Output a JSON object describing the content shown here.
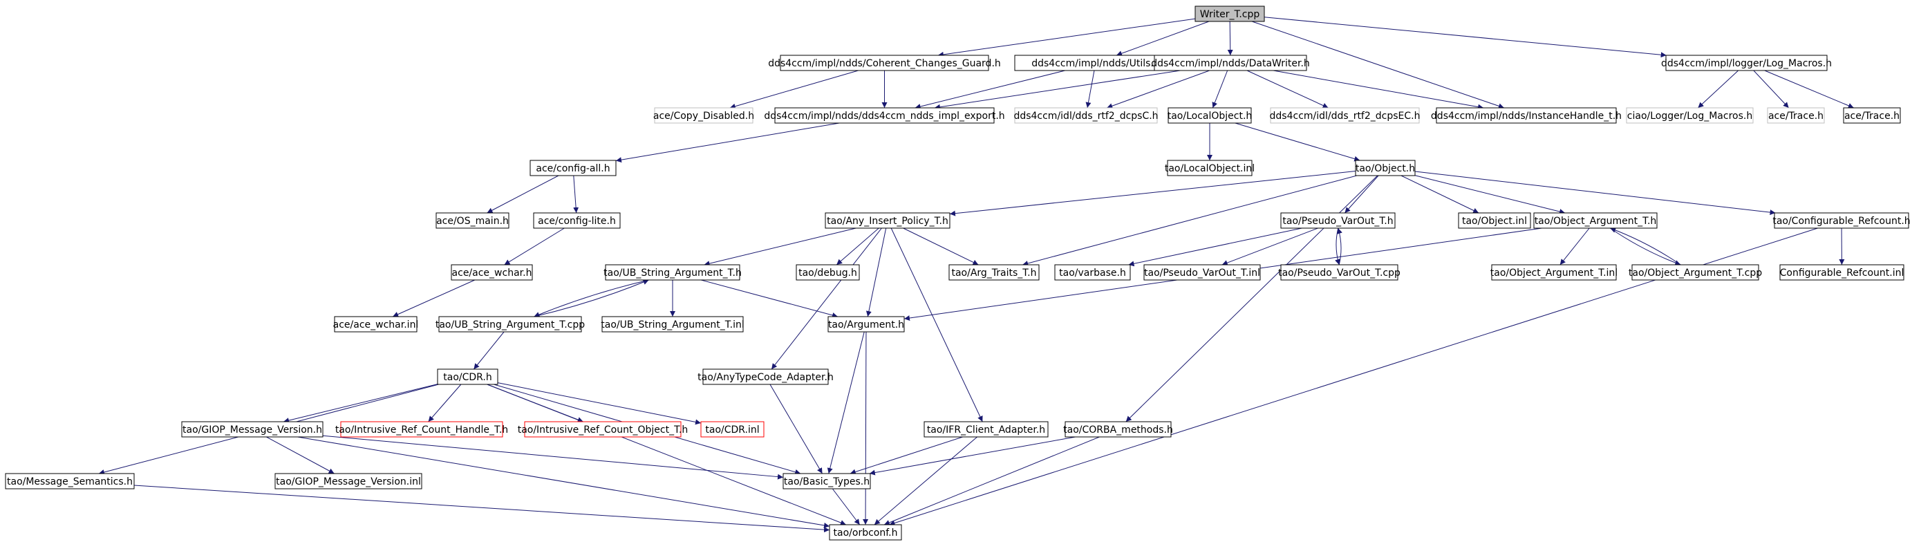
{
  "nodes": [
    {
      "id": "writer_t_cpp",
      "label": "Writer_T.cpp",
      "kind": "root"
    },
    {
      "id": "coherent_guard",
      "label": "dds4ccm/impl/ndds/Coherent_Changes_Guard.h",
      "kind": "normal"
    },
    {
      "id": "utils",
      "label": "dds4ccm/impl/ndds/Utils.h",
      "kind": "normal"
    },
    {
      "id": "datawriter",
      "label": "dds4ccm/impl/ndds/DataWriter.h",
      "kind": "normal"
    },
    {
      "id": "log_macros",
      "label": "dds4ccm/impl/logger/Log_Macros.h",
      "kind": "normal"
    },
    {
      "id": "copy_disabled",
      "label": "ace/Copy_Disabled.h",
      "kind": "ghost"
    },
    {
      "id": "impl_export",
      "label": "dds4ccm/impl/ndds/dds4ccm_ndds_impl_export.h",
      "kind": "normal"
    },
    {
      "id": "dds_rtf2_dcpsc",
      "label": "dds4ccm/idl/dds_rtf2_dcpsC.h",
      "kind": "ghost"
    },
    {
      "id": "localobject_h",
      "label": "tao/LocalObject.h",
      "kind": "normal"
    },
    {
      "id": "dds_rtf2_dcpsec",
      "label": "dds4ccm/idl/dds_rtf2_dcpsEC.h",
      "kind": "ghost"
    },
    {
      "id": "instancehandle",
      "label": "dds4ccm/impl/ndds/InstanceHandle_t.h",
      "kind": "normal"
    },
    {
      "id": "ciao_log_macros",
      "label": "ciao/Logger/Log_Macros.h",
      "kind": "ghost"
    },
    {
      "id": "ace_trace_ghost",
      "label": "ace/Trace.h",
      "kind": "ghost"
    },
    {
      "id": "ace_trace",
      "label": "ace/Trace.h",
      "kind": "normal"
    },
    {
      "id": "config_all",
      "label": "ace/config-all.h",
      "kind": "normal"
    },
    {
      "id": "localobject_inl",
      "label": "tao/LocalObject.inl",
      "kind": "normal"
    },
    {
      "id": "object_h",
      "label": "tao/Object.h",
      "kind": "normal"
    },
    {
      "id": "os_main",
      "label": "ace/OS_main.h",
      "kind": "normal"
    },
    {
      "id": "config_lite",
      "label": "ace/config-lite.h",
      "kind": "normal"
    },
    {
      "id": "any_insert",
      "label": "tao/Any_Insert_Policy_T.h",
      "kind": "normal"
    },
    {
      "id": "pseudo_varout_h",
      "label": "tao/Pseudo_VarOut_T.h",
      "kind": "normal"
    },
    {
      "id": "object_inl",
      "label": "tao/Object.inl",
      "kind": "normal"
    },
    {
      "id": "object_arg_h",
      "label": "tao/Object_Argument_T.h",
      "kind": "normal"
    },
    {
      "id": "config_refcount_h",
      "label": "tao/Configurable_Refcount.h",
      "kind": "normal"
    },
    {
      "id": "ace_wchar_h",
      "label": "ace/ace_wchar.h",
      "kind": "normal"
    },
    {
      "id": "ub_string_h",
      "label": "tao/UB_String_Argument_T.h",
      "kind": "normal"
    },
    {
      "id": "debug_h",
      "label": "tao/debug.h",
      "kind": "normal"
    },
    {
      "id": "arg_traits",
      "label": "tao/Arg_Traits_T.h",
      "kind": "normal"
    },
    {
      "id": "varbase",
      "label": "tao/varbase.h",
      "kind": "normal"
    },
    {
      "id": "pseudo_varout_inl",
      "label": "tao/Pseudo_VarOut_T.inl",
      "kind": "normal"
    },
    {
      "id": "pseudo_varout_cpp",
      "label": "tao/Pseudo_VarOut_T.cpp",
      "kind": "normal"
    },
    {
      "id": "object_arg_inl",
      "label": "tao/Object_Argument_T.inl",
      "kind": "normal"
    },
    {
      "id": "object_arg_cpp",
      "label": "tao/Object_Argument_T.cpp",
      "kind": "normal"
    },
    {
      "id": "config_refcount_inl",
      "label": "Configurable_Refcount.inl",
      "kind": "normal"
    },
    {
      "id": "ace_wchar_inl",
      "label": "ace/ace_wchar.inl",
      "kind": "normal"
    },
    {
      "id": "ub_string_cpp",
      "label": "tao/UB_String_Argument_T.cpp",
      "kind": "normal"
    },
    {
      "id": "ub_string_inl",
      "label": "tao/UB_String_Argument_T.inl",
      "kind": "normal"
    },
    {
      "id": "argument_h",
      "label": "tao/Argument.h",
      "kind": "normal"
    },
    {
      "id": "anytypecode",
      "label": "tao/AnyTypeCode_Adapter.h",
      "kind": "normal"
    },
    {
      "id": "cdr_h",
      "label": "tao/CDR.h",
      "kind": "normal"
    },
    {
      "id": "giop_version_h",
      "label": "tao/GIOP_Message_Version.h",
      "kind": "normal"
    },
    {
      "id": "intrusive_handle",
      "label": "tao/Intrusive_Ref_Count_Handle_T.h",
      "kind": "missing"
    },
    {
      "id": "intrusive_object",
      "label": "tao/Intrusive_Ref_Count_Object_T.h",
      "kind": "missing"
    },
    {
      "id": "cdr_inl",
      "label": "tao/CDR.inl",
      "kind": "missing"
    },
    {
      "id": "ifr_client",
      "label": "tao/IFR_Client_Adapter.h",
      "kind": "normal"
    },
    {
      "id": "corba_methods",
      "label": "tao/CORBA_methods.h",
      "kind": "normal"
    },
    {
      "id": "message_semantics",
      "label": "tao/Message_Semantics.h",
      "kind": "normal"
    },
    {
      "id": "giop_version_inl",
      "label": "tao/GIOP_Message_Version.inl",
      "kind": "normal"
    },
    {
      "id": "basic_types",
      "label": "tao/Basic_Types.h",
      "kind": "normal"
    },
    {
      "id": "orbconf",
      "label": "tao/orbconf.h",
      "kind": "normal"
    }
  ],
  "edges": [
    [
      "writer_t_cpp",
      "coherent_guard"
    ],
    [
      "writer_t_cpp",
      "utils"
    ],
    [
      "writer_t_cpp",
      "datawriter"
    ],
    [
      "writer_t_cpp",
      "instancehandle"
    ],
    [
      "writer_t_cpp",
      "log_macros"
    ],
    [
      "coherent_guard",
      "copy_disabled"
    ],
    [
      "coherent_guard",
      "impl_export"
    ],
    [
      "utils",
      "impl_export"
    ],
    [
      "utils",
      "dds_rtf2_dcpsc"
    ],
    [
      "datawriter",
      "impl_export"
    ],
    [
      "datawriter",
      "dds_rtf2_dcpsc"
    ],
    [
      "datawriter",
      "localobject_h"
    ],
    [
      "datawriter",
      "dds_rtf2_dcpsec"
    ],
    [
      "datawriter",
      "instancehandle"
    ],
    [
      "log_macros",
      "ciao_log_macros"
    ],
    [
      "log_macros",
      "ace_trace_ghost"
    ],
    [
      "log_macros",
      "ace_trace"
    ],
    [
      "impl_export",
      "config_all"
    ],
    [
      "localobject_h",
      "localobject_inl"
    ],
    [
      "localobject_h",
      "object_h"
    ],
    [
      "config_all",
      "os_main"
    ],
    [
      "config_all",
      "config_lite"
    ],
    [
      "config_lite",
      "ace_wchar_h"
    ],
    [
      "ace_wchar_h",
      "ace_wchar_inl"
    ],
    [
      "object_h",
      "any_insert"
    ],
    [
      "object_h",
      "arg_traits"
    ],
    [
      "object_h",
      "pseudo_varout_h"
    ],
    [
      "object_h",
      "object_inl"
    ],
    [
      "object_h",
      "object_arg_h"
    ],
    [
      "object_h",
      "config_refcount_h"
    ],
    [
      "object_h",
      "corba_methods"
    ],
    [
      "any_insert",
      "ub_string_h"
    ],
    [
      "any_insert",
      "debug_h"
    ],
    [
      "any_insert",
      "arg_traits"
    ],
    [
      "any_insert",
      "argument_h"
    ],
    [
      "any_insert",
      "anytypecode"
    ],
    [
      "any_insert",
      "ifr_client"
    ],
    [
      "pseudo_varout_h",
      "varbase"
    ],
    [
      "pseudo_varout_h",
      "pseudo_varout_inl"
    ],
    [
      "pseudo_varout_h",
      "pseudo_varout_cpp"
    ],
    [
      "pseudo_varout_cpp",
      "pseudo_varout_h"
    ],
    [
      "object_arg_h",
      "object_arg_inl"
    ],
    [
      "object_arg_h",
      "object_arg_cpp"
    ],
    [
      "object_arg_h",
      "argument_h"
    ],
    [
      "object_arg_cpp",
      "object_arg_h"
    ],
    [
      "config_refcount_h",
      "config_refcount_inl"
    ],
    [
      "config_refcount_h",
      "orbconf"
    ],
    [
      "ub_string_h",
      "ub_string_cpp"
    ],
    [
      "ub_string_h",
      "ub_string_inl"
    ],
    [
      "ub_string_h",
      "argument_h"
    ],
    [
      "ub_string_cpp",
      "ub_string_h"
    ],
    [
      "ub_string_cpp",
      "cdr_h"
    ],
    [
      "argument_h",
      "basic_types"
    ],
    [
      "argument_h",
      "orbconf"
    ],
    [
      "anytypecode",
      "basic_types"
    ],
    [
      "cdr_h",
      "message_semantics"
    ],
    [
      "cdr_h",
      "giop_version_h"
    ],
    [
      "cdr_h",
      "intrusive_handle"
    ],
    [
      "cdr_h",
      "intrusive_object"
    ],
    [
      "cdr_h",
      "cdr_inl"
    ],
    [
      "cdr_h",
      "basic_types"
    ],
    [
      "cdr_h",
      "orbconf"
    ],
    [
      "giop_version_h",
      "giop_version_inl"
    ],
    [
      "giop_version_h",
      "basic_types"
    ],
    [
      "giop_version_h",
      "orbconf"
    ],
    [
      "ifr_client",
      "basic_types"
    ],
    [
      "ifr_client",
      "orbconf"
    ],
    [
      "corba_methods",
      "basic_types"
    ],
    [
      "corba_methods",
      "orbconf"
    ],
    [
      "message_semantics",
      "orbconf"
    ],
    [
      "basic_types",
      "orbconf"
    ]
  ]
}
